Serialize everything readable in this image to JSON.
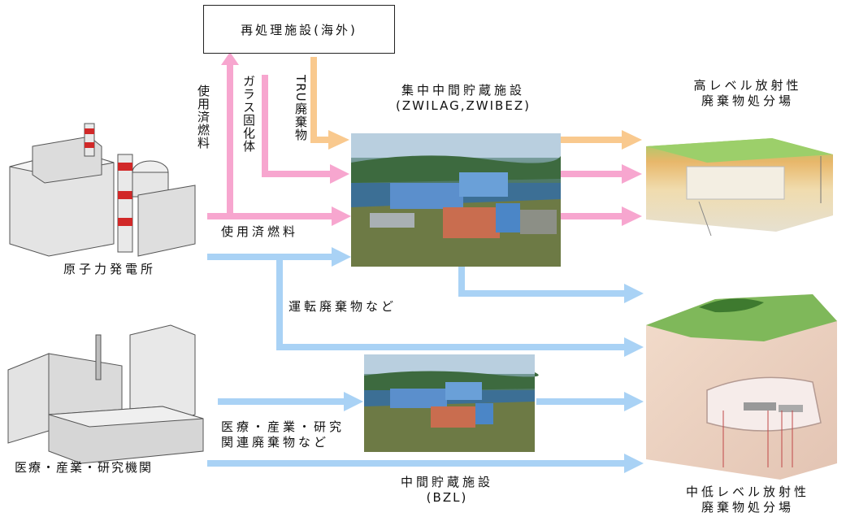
{
  "reprocessing": {
    "label": "再処理施設(海外)"
  },
  "central_storage": {
    "title": "集中中間貯蔵施設",
    "subtitle": "(ZWILAG,ZWIBEZ)"
  },
  "hlw_repository": {
    "line1": "高レベル放射性",
    "line2": "廃棄物処分場"
  },
  "llw_repository": {
    "line1": "中低レベル放射性",
    "line2": "廃棄物処分場"
  },
  "npp": {
    "label": "原子力発電所"
  },
  "institutions": {
    "label": "医療・産業・研究機関"
  },
  "bzl": {
    "title": "中間貯蔵施設",
    "subtitle": "(BZL)"
  },
  "flows": {
    "spent_fuel_up": "使用済燃料",
    "vitrified": "ガラス固化体",
    "tru": "TRU廃棄物",
    "spent_fuel": "使用済燃料",
    "operational": "運転廃棄物など",
    "medical_line1": "医療・産業・研究",
    "medical_line2": "関連廃棄物など"
  },
  "colors": {
    "spent_fuel": "#f7a6cf",
    "tru": "#f9c98e",
    "low_level": "#a9d2f5"
  }
}
